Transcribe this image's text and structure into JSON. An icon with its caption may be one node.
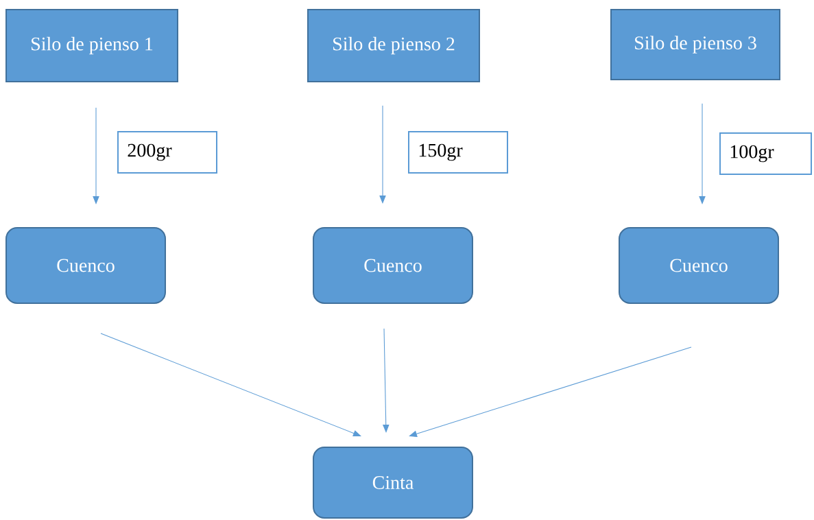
{
  "diagram": {
    "nodes": [
      {
        "text": [
          "Silo de pienso 1"
        ]
      },
      {
        "text": [
          "Silo de pienso 2"
        ]
      },
      {
        "text": [
          "Silo de pienso 3"
        ]
      },
      {
        "text": [
          "200gr"
        ]
      },
      {
        "text": [
          "150gr"
        ]
      },
      {
        "text": [
          "100gr"
        ]
      },
      {
        "text": [
          "Cuenco"
        ]
      },
      {
        "text": [
          "Cuenco"
        ]
      },
      {
        "text": [
          "Cuenco"
        ]
      },
      {
        "text": [
          "Cinta"
        ]
      }
    ],
    "edges": [
      {
        "from": 0,
        "to": 6,
        "arrow": "to"
      },
      {
        "from": 1,
        "to": 7,
        "arrow": "to"
      },
      {
        "from": 2,
        "to": 8,
        "arrow": "to"
      },
      {
        "from": 6,
        "to": 9,
        "arrow": "to"
      },
      {
        "from": 7,
        "to": 9,
        "arrow": "to"
      },
      {
        "from": 8,
        "to": 9,
        "arrow": "to"
      }
    ]
  }
}
